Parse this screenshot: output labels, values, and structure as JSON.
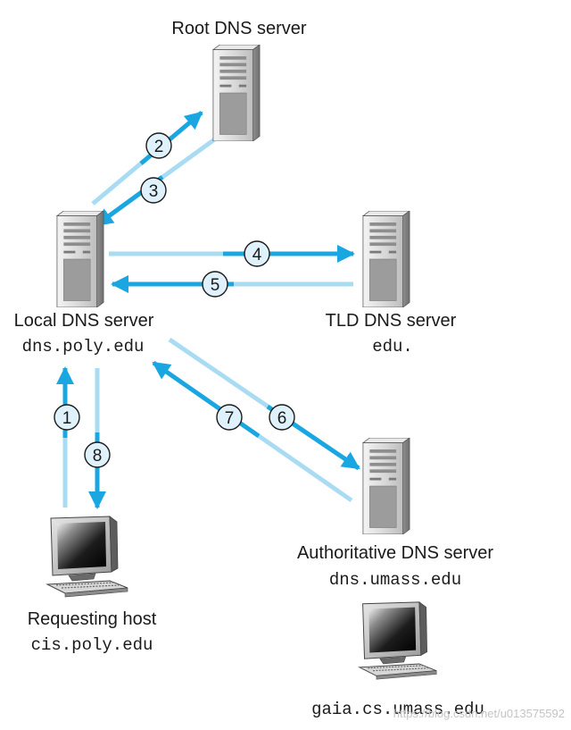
{
  "colors": {
    "arrow_dark": "#1aa7e1",
    "arrow_light": "#a9dcf2",
    "badge_fill": "#dff1fb",
    "badge_stroke": "#1a1a1a"
  },
  "nodes": {
    "root": {
      "label": "Root DNS server",
      "icon": "server-icon"
    },
    "local": {
      "label": "Local DNS server",
      "hostname": "dns.poly.edu",
      "icon": "server-icon"
    },
    "tld": {
      "label": "TLD DNS server",
      "hostname": "edu.",
      "icon": "server-icon"
    },
    "auth": {
      "label": "Authoritative DNS server",
      "hostname": "dns.umass.edu",
      "icon": "server-icon"
    },
    "requesting": {
      "label": "Requesting host",
      "hostname": "cis.poly.edu",
      "icon": "desktop-computer-icon"
    },
    "target": {
      "hostname": "gaia.cs.umass.edu",
      "icon": "desktop-computer-icon"
    }
  },
  "steps": [
    {
      "n": "1",
      "from": "Requesting host",
      "to": "Local DNS server"
    },
    {
      "n": "2",
      "from": "Local DNS server",
      "to": "Root DNS server"
    },
    {
      "n": "3",
      "from": "Root DNS server",
      "to": "Local DNS server"
    },
    {
      "n": "4",
      "from": "Local DNS server",
      "to": "TLD DNS server"
    },
    {
      "n": "5",
      "from": "TLD DNS server",
      "to": "Local DNS server"
    },
    {
      "n": "6",
      "from": "Local DNS server",
      "to": "Authoritative DNS server"
    },
    {
      "n": "7",
      "from": "Authoritative DNS server",
      "to": "Local DNS server"
    },
    {
      "n": "8",
      "from": "Local DNS server",
      "to": "Requesting host"
    }
  ],
  "watermark": "https://blog.csdn.net/u013575592"
}
